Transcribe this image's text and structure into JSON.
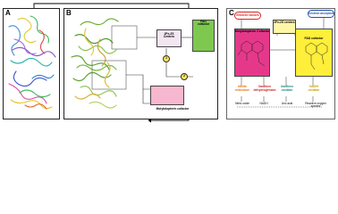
{
  "panels": {
    "a": "A",
    "b": "B",
    "c": "C"
  },
  "panel_b": {
    "fes_centres": "2Fe-2S\nCentres",
    "fad_cofactor": "FAD\ncofactor",
    "molybdopterin_cofactor": "Molybdopterin\ncofactor",
    "marker_1": "1",
    "marker_2": "2"
  },
  "panel_c": {
    "electron_donors": "Electron donors",
    "electron_acceptors": "Electron acceptors",
    "fes_centres": "2Fe-2S centres",
    "molybdopterin_cofactor": "Molybdopterin Cofactor",
    "fad_cofactor": "FAD cofactor",
    "enzymes": [
      {
        "name": "Nitrite\nreductase",
        "product": "Nitric oxide"
      },
      {
        "name": "Xanthine\ndehydrogenase",
        "product": "NADH"
      },
      {
        "name": "Xanthine\noxidase",
        "product": "Uric acid"
      },
      {
        "name": "NADH\noxidase",
        "product": "Reactive oxygen species"
      }
    ]
  },
  "colors": {
    "green_box": "#7ec850",
    "pink_box": "#f7b7cf",
    "magenta_box": "#e6388a",
    "yellow_box": "#ffef3a",
    "orange_text": "#e8730c",
    "red_text": "#d41d1d",
    "teal_text": "#1d8a80",
    "gold_text": "#c79a00",
    "blue_text": "#2050b0"
  }
}
